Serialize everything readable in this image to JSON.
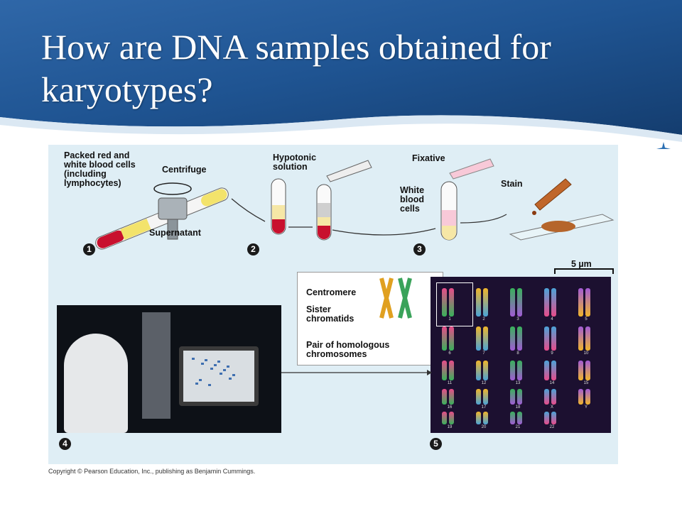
{
  "slide": {
    "title": "How are DNA samples obtained for karyotypes?",
    "star_icon": "star-icon",
    "colors": {
      "header_blue": "#1c4f8a",
      "figure_bg": "#dfeef5"
    }
  },
  "figure": {
    "labels": {
      "packed_cells": "Packed red and white blood cells (including lymphocytes)",
      "centrifuge": "Centrifuge",
      "supernatant": "Supernatant",
      "hypotonic": "Hypotonic solution",
      "fixative": "Fixative",
      "white_blood_cells": "White blood cells",
      "stain": "Stain",
      "scale": "5 µm",
      "centromere": "Centromere",
      "sister_chromatids": "Sister chromatids",
      "homologous_pair": "Pair of homologous chromosomes"
    },
    "steps": [
      "1",
      "2",
      "3",
      "4",
      "5"
    ],
    "karyotype_numbers": [
      "1",
      "2",
      "3",
      "4",
      "5",
      "6",
      "7",
      "8",
      "9",
      "10",
      "11",
      "12",
      "13",
      "14",
      "15",
      "16",
      "17",
      "18",
      "19",
      "20",
      "21",
      "22",
      "X",
      "Y"
    ]
  },
  "footer": {
    "copyright": "Copyright © Pearson Education, Inc., publishing as Benjamin Cummings."
  }
}
